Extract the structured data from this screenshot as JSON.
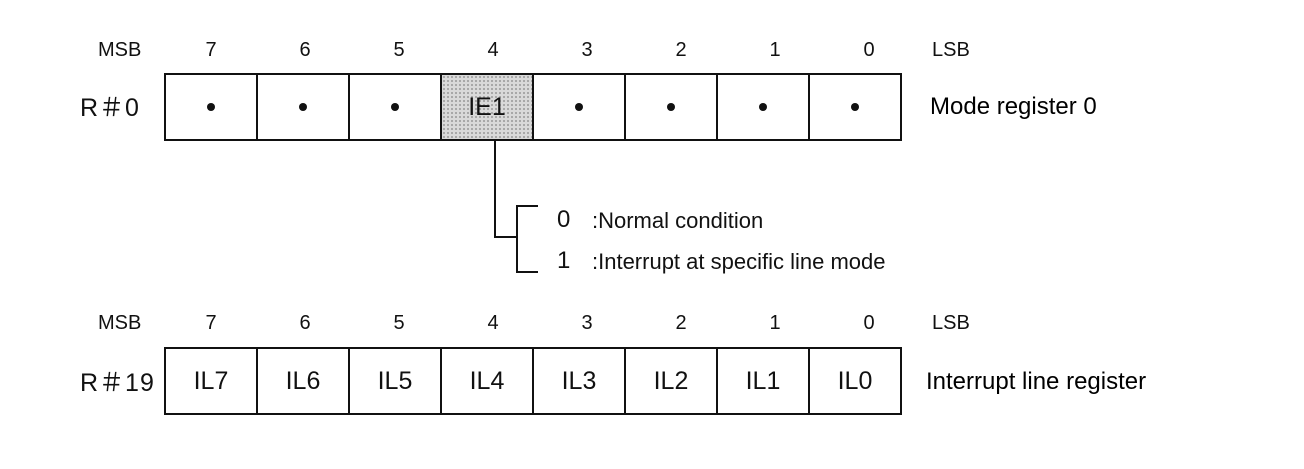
{
  "header": {
    "msb": "MSB",
    "lsb": "LSB",
    "bits": [
      "7",
      "6",
      "5",
      "4",
      "3",
      "2",
      "1",
      "0"
    ]
  },
  "r0": {
    "label": "R＃0",
    "name": "Mode register 0",
    "cells": [
      "•",
      "•",
      "•",
      "IE1",
      "•",
      "•",
      "•",
      "•"
    ],
    "highlighted_bit": "4",
    "options": [
      {
        "value": "0",
        "text": ":Normal condition"
      },
      {
        "value": "1",
        "text": ":Interrupt at specific line mode"
      }
    ]
  },
  "r19": {
    "label": "R＃19",
    "name": "Interrupt line register",
    "cells": [
      "IL7",
      "IL6",
      "IL5",
      "IL4",
      "IL3",
      "IL2",
      "IL1",
      "IL0"
    ]
  }
}
